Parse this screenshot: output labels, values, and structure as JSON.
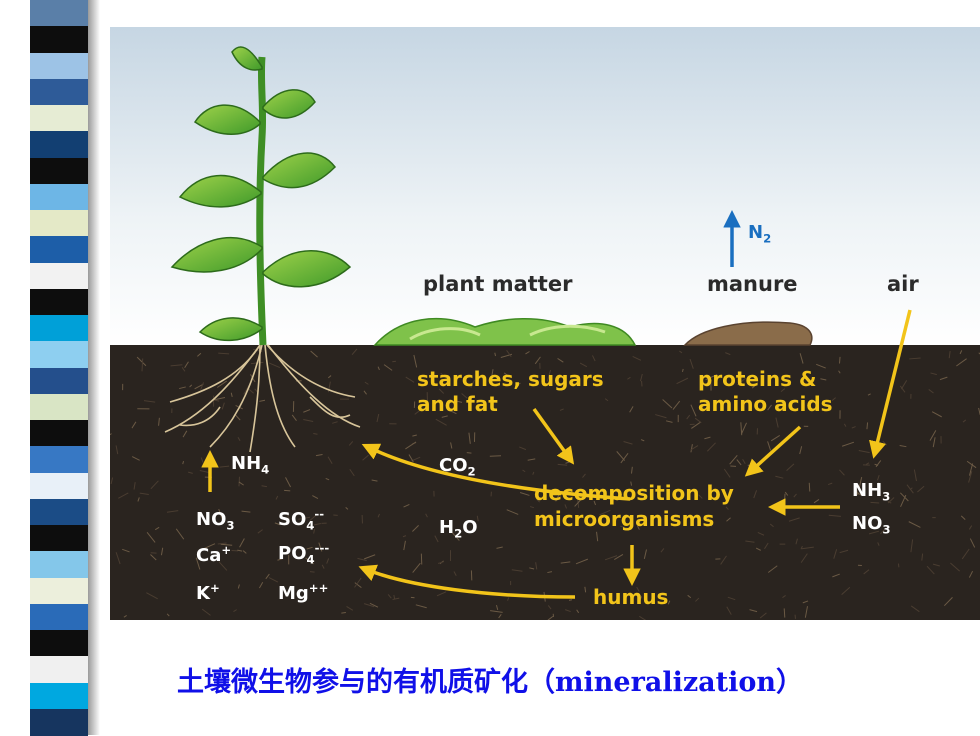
{
  "stripe_colors": [
    "#5a7fa8",
    "#0d0d0d",
    "#9dc3e6",
    "#2e5b98",
    "#e6ecd4",
    "#123f72",
    "#0d0d0d",
    "#6db6e6",
    "#e4e9c7",
    "#1d5ea8",
    "#f2f2f2",
    "#0d0d0d",
    "#00a0d8",
    "#8ecff0",
    "#244f8c",
    "#d9e5c5",
    "#0d0d0d",
    "#3778c4",
    "#e8f0f8",
    "#1b4c86",
    "#0d0d0d",
    "#84c7ea",
    "#ecefdc",
    "#2a6bb8",
    "#0d0d0d",
    "#f0f0f0",
    "#00a8e0",
    "#16355f"
  ],
  "labels": {
    "plant_matter": "plant matter",
    "manure": "manure",
    "air": "air",
    "n2": "N",
    "n2_sub": "2",
    "starches_line1": "starches, sugars",
    "starches_line2": "and fat",
    "proteins_line1": "proteins &",
    "proteins_line2": "amino acids",
    "decomp_line1": "decomposition by",
    "decomp_line2": "microorganisms",
    "humus": "humus",
    "co2": "CO",
    "co2_sub": "2",
    "h2o_a": "H",
    "h2o_sub": "2",
    "h2o_b": "O",
    "nh4": "NH",
    "nh4_sub": "4",
    "no3_left": "NO",
    "no3_left_sub": "3",
    "so4": "SO",
    "so4_sub": "4",
    "so4_charge": "--",
    "ca": "Ca",
    "ca_charge": "+",
    "po4": "PO",
    "po4_sub": "4",
    "po4_charge": "---",
    "k": "K",
    "k_charge": "+",
    "mg": "Mg",
    "mg_charge": "++",
    "nh3_right": "NH",
    "nh3_right_sub": "3",
    "no3_right": "NO",
    "no3_right_sub": "3"
  },
  "caption": "土壤微生物参与的有机质矿化（mineralization）",
  "colors": {
    "arrow_yellow": "#f2c41a",
    "n2_blue": "#1a6fc0",
    "soil": "#2a241f",
    "sky_top": "#c9d8e4",
    "caption_blue": "#1010e8"
  }
}
